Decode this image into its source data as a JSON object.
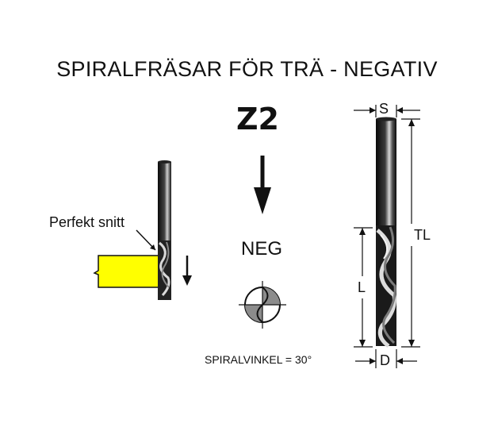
{
  "title": "SPIRALFRÄSAR FÖR TRÄ - NEGATIV",
  "flutes_label": "Z2",
  "direction_label": "NEG",
  "cut_label": "Perfekt snitt",
  "spiral_angle_label": "SPIRALVINKEL = 30°",
  "dimensions": {
    "shank": "S",
    "total_length": "TL",
    "cutting_length": "L",
    "diameter": "D"
  },
  "colors": {
    "workpiece": "#FFFF00",
    "line": "#111111"
  }
}
